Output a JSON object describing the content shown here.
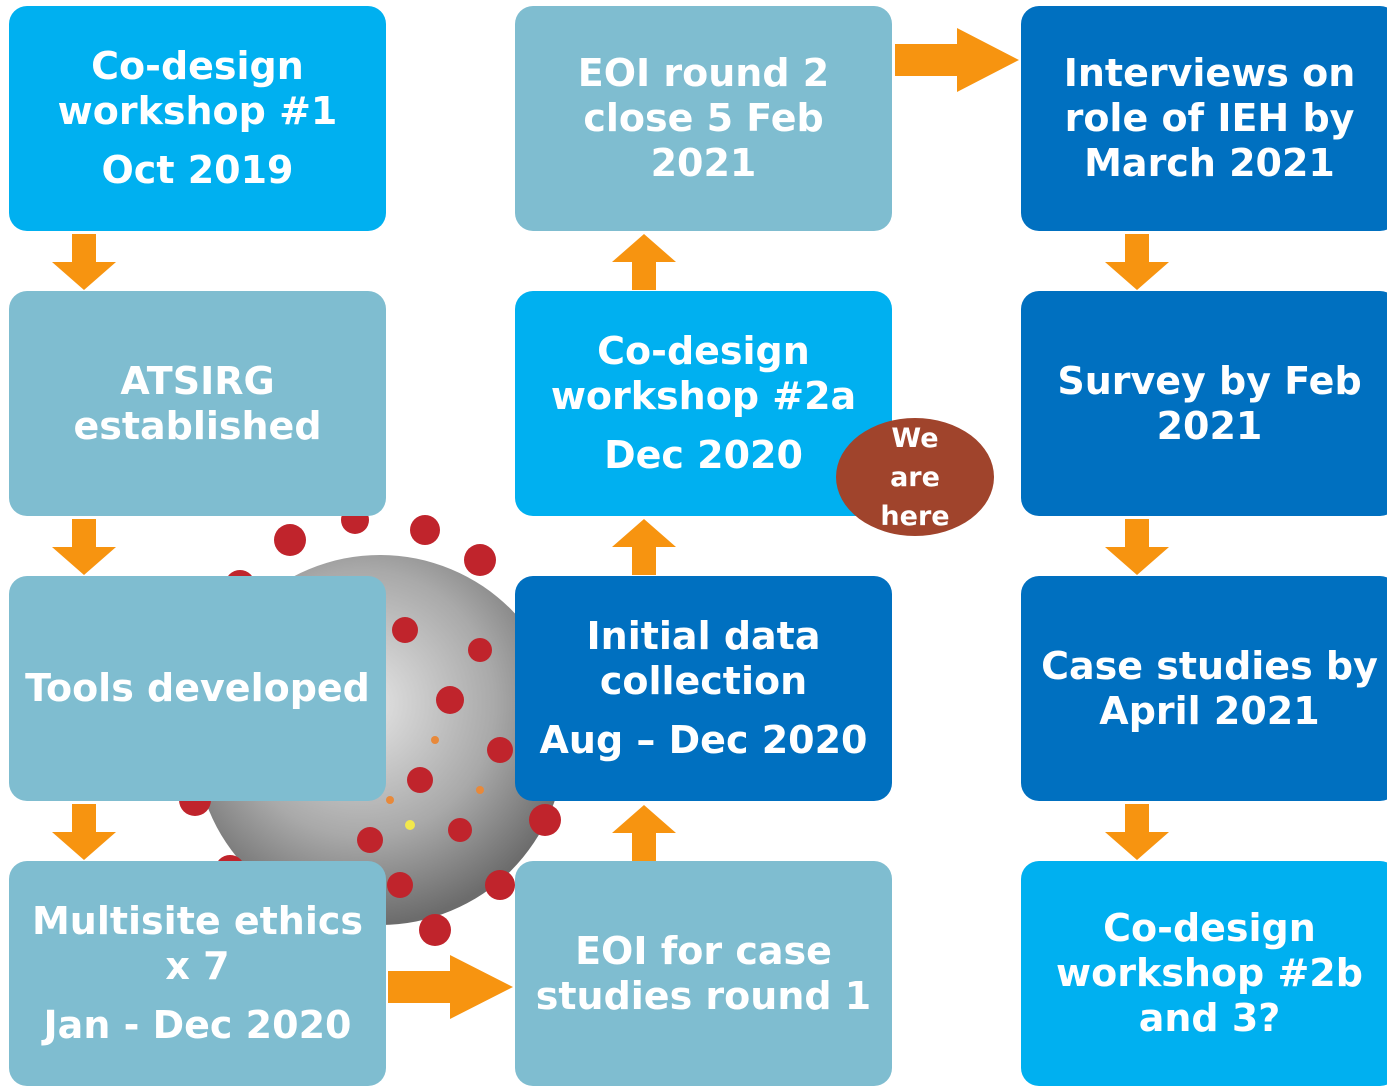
{
  "colors": {
    "light_box": "#00b0f0",
    "muted_box": "#7fbdd0",
    "dark_box": "#0070c0",
    "arrow": "#f79410",
    "badge": "#a0442c",
    "text": "#ffffff"
  },
  "boxes": {
    "codesign_workshop_1": {
      "lines": [
        "Co-design",
        "workshop #1"
      ],
      "date": "Oct 2019"
    },
    "atsirg": {
      "lines": [
        "ATSIRG",
        "established"
      ]
    },
    "tools": {
      "lines": [
        "Tools developed"
      ]
    },
    "ethics": {
      "lines": [
        "Multisite ethics",
        "x 7"
      ],
      "date": "Jan - Dec 2020"
    },
    "eoi_round_2": {
      "lines": [
        "EOI round 2",
        "close 5 Feb",
        "2021"
      ]
    },
    "codesign_workshop_2a": {
      "lines": [
        "Co-design",
        "workshop #2a"
      ],
      "date": "Dec 2020"
    },
    "initial_data": {
      "lines": [
        "Initial data",
        "collection"
      ],
      "date": "Aug – Dec 2020"
    },
    "eoi_round_1": {
      "lines": [
        "EOI for case",
        "studies round 1"
      ]
    },
    "interviews": {
      "lines": [
        "Interviews on",
        "role of IEH by",
        "March 2021"
      ]
    },
    "survey": {
      "lines": [
        "Survey by Feb",
        "2021"
      ]
    },
    "case_studies": {
      "lines": [
        "Case studies by",
        "April 2021"
      ]
    },
    "codesign_workshop_2b": {
      "lines": [
        "Co-design",
        "workshop #2b",
        "and 3?"
      ]
    }
  },
  "badge": {
    "lines": [
      "We",
      "are",
      "here"
    ]
  }
}
